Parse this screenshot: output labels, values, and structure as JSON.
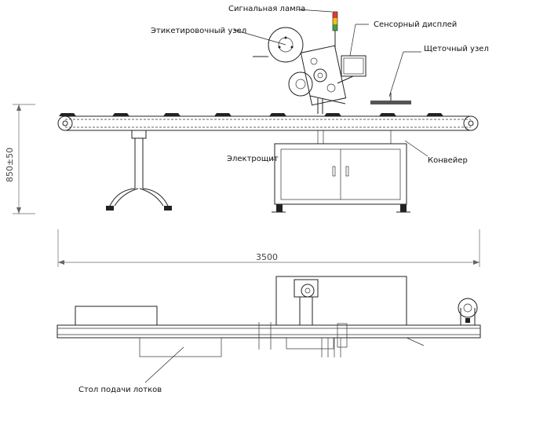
{
  "labels": {
    "signal_lamp": "Сигнальная лампа",
    "labeling_unit": "Этикетировочный узел",
    "touch_display": "Сенсорный дисплей",
    "brush_unit": "Щеточный узел",
    "electrical_cabinet": "Электрощит",
    "conveyor": "Конвейер",
    "tray_feed_table": "Стол подачи лотков"
  },
  "dimensions": {
    "height": "850±50",
    "length": "3500"
  },
  "colors": {
    "lamp_red": "#e53935",
    "lamp_yellow": "#f4c20d",
    "lamp_green": "#43a047",
    "line": "#222222"
  }
}
